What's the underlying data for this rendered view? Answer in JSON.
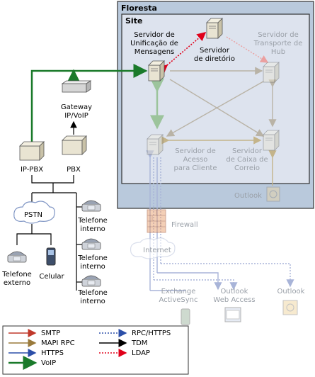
{
  "containers": {
    "forest_label": "Floresta",
    "site_label": "Site"
  },
  "nodes": {
    "um_server": [
      "Servidor de",
      "Unificação de",
      "Mensagens"
    ],
    "directory_server": [
      "Servidor",
      "de diretório"
    ],
    "hub_transport": [
      "Servidor de",
      "Transporte de",
      "Hub"
    ],
    "client_access": [
      "Servidor de",
      "Acesso",
      "para Cliente"
    ],
    "mailbox": [
      "Servidor",
      "de Caixa de",
      "Correio"
    ],
    "outlook_inner": [
      "Outlook"
    ],
    "gateway": [
      "Gateway",
      "IP/VoIP"
    ],
    "ip_pbx": [
      "IP-PBX"
    ],
    "pbx": [
      "PBX"
    ],
    "pstn": [
      "PSTN"
    ],
    "phone_int_1": [
      "Telefone",
      "interno"
    ],
    "phone_int_2": [
      "Telefone",
      "interno"
    ],
    "phone_int_3": [
      "Telefone",
      "interno"
    ],
    "phone_ext": [
      "Telefone",
      "externo"
    ],
    "cellular": [
      "Celular"
    ],
    "firewall": [
      "Firewall"
    ],
    "internet": [
      "Internet"
    ],
    "activesync": [
      "Exchange",
      "ActiveSync"
    ],
    "owa": [
      "Outlook",
      "Web Access"
    ],
    "outlook_outer": [
      "Outlook"
    ]
  },
  "legend": [
    {
      "label": "SMTP",
      "color": "#c0392b",
      "style": "solid"
    },
    {
      "label": "MAPI RPC",
      "color": "#9a7a3c",
      "style": "solid"
    },
    {
      "label": "HTTPS",
      "color": "#2c4fa8",
      "style": "solid"
    },
    {
      "label": "VoIP",
      "color": "#1a7a2a",
      "style": "solid"
    },
    {
      "label": "RPC/HTTPS",
      "color": "#2c4fa8",
      "style": "dotted"
    },
    {
      "label": "TDM",
      "color": "#000000",
      "style": "solid"
    },
    {
      "label": "LDAP",
      "color": "#e0001a",
      "style": "dotted"
    }
  ]
}
